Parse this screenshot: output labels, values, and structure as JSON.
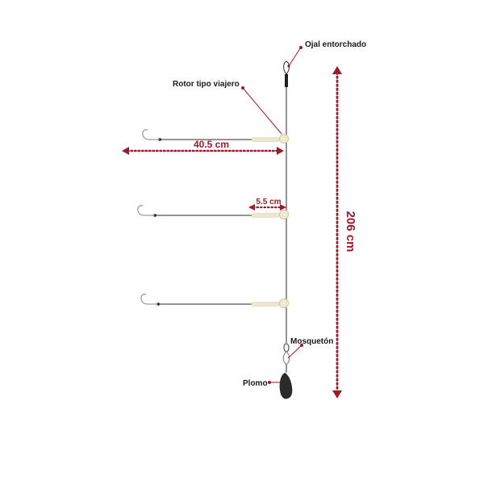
{
  "labels": {
    "eyelet": "Ojal entorchado",
    "rotor": "Rotor tipo viajero",
    "snap": "Mosquetón",
    "sinker": "Plomo"
  },
  "measurements": {
    "branch_length": "40.5 cm",
    "branch_spacing": "5.5 cm",
    "total_length": "206 cm"
  },
  "colors": {
    "accent": "#9b1b2a",
    "line": "#2b2b2b",
    "sinker": "#2a2a2a",
    "rotor": "#efe6cc"
  }
}
